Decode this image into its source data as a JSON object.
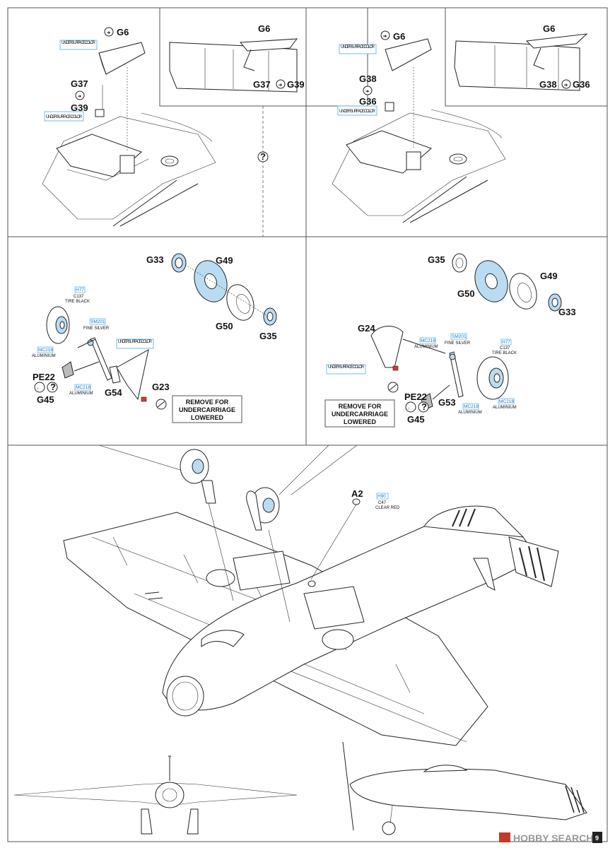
{
  "steps": {
    "flap_a": {
      "part_g6": "G6",
      "part_g37": "G37",
      "part_g39": "G39",
      "detail_g6": "G6",
      "detail_g37": "G37",
      "detail_g39": "G39",
      "color_underside_1": "UNDERSURFACE COLOR",
      "color_underside_2": "UNDERSURFACE COLOR"
    },
    "flap_b": {
      "part_g6": "G6",
      "part_g38": "G38",
      "part_g36": "G36",
      "detail_g6": "G6",
      "detail_g38": "G38",
      "detail_g36": "G36",
      "color_underside_1": "UNDERSURFACE COLOR",
      "color_underside_2": "UNDERSURFACE COLOR"
    },
    "gear_left": {
      "g33": "G33",
      "g49": "G49",
      "g50": "G50",
      "g35": "G35",
      "pe22": "PE22",
      "g45": "G45",
      "g54": "G54",
      "g23": "G23",
      "h77": "H77",
      "c137": "C137",
      "tire_black": "TIRE BLACK",
      "sm201": "SM201",
      "fine_silver": "FINE SILVER",
      "mc218a": "MC218",
      "aluminium_a": "ALUMINIUM",
      "mc218b": "MC218",
      "aluminium_b": "ALUMINIUM",
      "underside": "UNDERSURFACE COLOR",
      "remove_note": [
        "REMOVE FOR",
        "UNDERCARRIAGE",
        "LOWERED"
      ]
    },
    "gear_right": {
      "g35": "G35",
      "g50": "G50",
      "g49": "G49",
      "g33": "G33",
      "g24": "G24",
      "g53": "G53",
      "pe22": "PE22",
      "g45": "G45",
      "h77": "H77",
      "c137": "C137",
      "tire_black": "TIRE BLACK",
      "sm201": "SM201",
      "fine_silver": "FINE SILVER",
      "mc218a": "MC218",
      "aluminium_a": "ALUMINIUM",
      "mc218b": "MC218",
      "aluminium_b": "ALUMINIUM",
      "mc218c": "MC218",
      "aluminium_c": "ALUMINIUM",
      "underside": "UNDERSURFACE COLOR",
      "remove_note": [
        "REMOVE FOR",
        "UNDERCARRIAGE",
        "LOWERED"
      ]
    },
    "main": {
      "a2": "A2",
      "h90": "H90",
      "c47": "C47",
      "clear_red": "CLEAR RED"
    }
  },
  "footer": {
    "page_number": "9",
    "watermark": "HOBBY SEARCH"
  },
  "colors": {
    "border": "#555555",
    "callout_blue": "#4fb0e0",
    "part_blue": "#b9dcf2",
    "accent_red": "#d93a2b"
  }
}
